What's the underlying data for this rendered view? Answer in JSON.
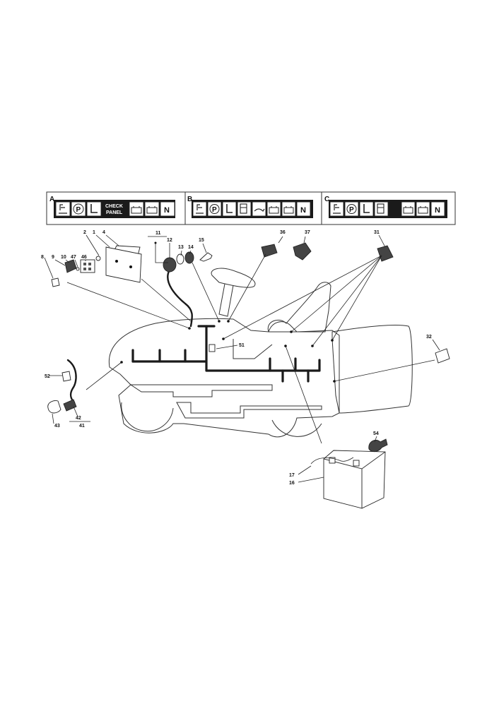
{
  "panels": [
    {
      "letter": "A",
      "badge_line1": "CHECK",
      "badge_line2": "PANEL",
      "n_label": "N",
      "icons": [
        "mower-deck-icon",
        "parking-brake-icon",
        "seat-icon",
        "battery-icon",
        "battery-icon",
        "neutral-icon"
      ]
    },
    {
      "letter": "B",
      "n_label": "N",
      "icons": [
        "mower-deck-icon",
        "parking-brake-icon",
        "seat-icon",
        "fuel-icon",
        "oil-icon",
        "battery-icon",
        "battery-icon",
        "neutral-icon"
      ]
    },
    {
      "letter": "C",
      "n_label": "N",
      "icons": [
        "mower-deck-icon",
        "parking-brake-icon",
        "seat-icon",
        "fuel-icon",
        "battery-icon",
        "battery-icon",
        "neutral-icon"
      ]
    }
  ],
  "callouts": {
    "c1": "1",
    "c2": "2",
    "c4": "4",
    "c8": "8",
    "c9": "9",
    "c10": "10",
    "c11": "11",
    "c12": "12",
    "c13": "13",
    "c14": "14",
    "c15": "15",
    "c16": "16",
    "c17": "17",
    "c31": "31",
    "c32": "32",
    "c36": "36",
    "c37": "37",
    "c41": "41",
    "c42": "42",
    "c43": "43",
    "c46": "46",
    "c47": "47",
    "c51": "51",
    "c52": "52",
    "c54": "54"
  },
  "colors": {
    "line": "#222222",
    "panel_dark": "#1a1a1a",
    "background": "#ffffff"
  }
}
